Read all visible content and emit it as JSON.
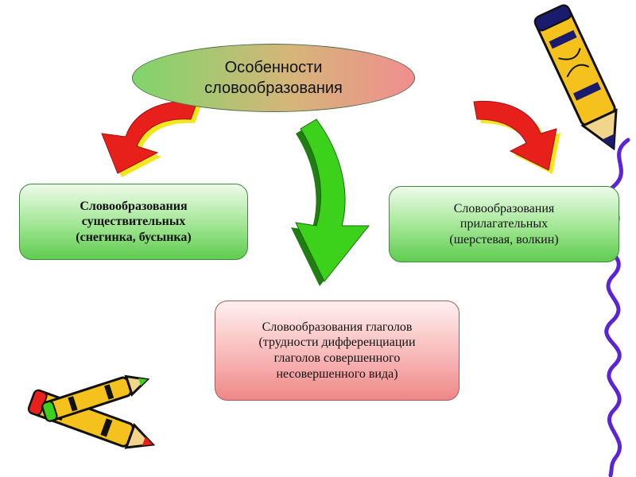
{
  "title": {
    "line1": "Особенности",
    "line2": "словообразования"
  },
  "nouns": {
    "line1": "Словообразования",
    "line2": "существительных",
    "line3": "(снегинка, бусынка)"
  },
  "adjectives": {
    "line1": "Словообразования",
    "line2": "прилагательных",
    "line3": "(шерстевая, волкин)"
  },
  "verbs": {
    "line1": "Словообразования глаголов",
    "line2": "(трудности дифференциации",
    "line3": "глаголов совершенного",
    "line4": "несовершенного вида)"
  },
  "colors": {
    "arrow_left": "#e8201c",
    "arrow_right": "#e8201c",
    "arrow_center": "#3cd21c",
    "arrow_shadow": "#f2e61c",
    "crayon_body": "#f5c11c",
    "crayon_tip": "#1b1b6e",
    "squiggle": "#5b24d6"
  },
  "icons": [
    "red-arrow-icon",
    "green-arrow-icon",
    "crayon-icon",
    "squiggle-line-icon"
  ]
}
